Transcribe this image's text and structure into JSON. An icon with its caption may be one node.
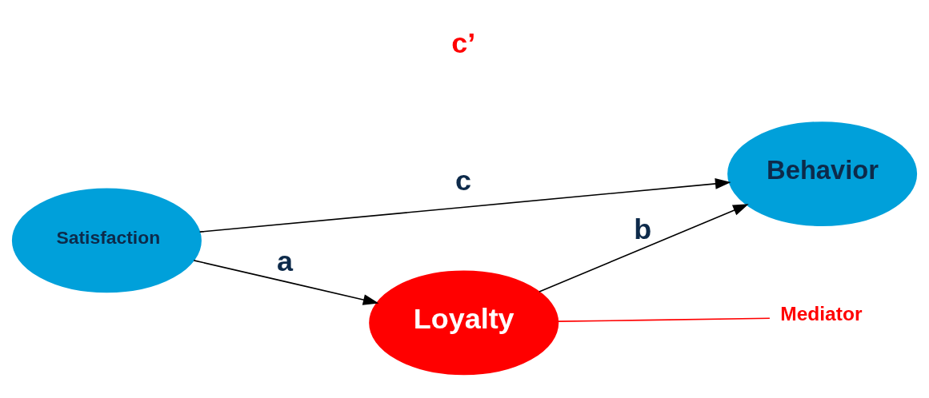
{
  "diagram": {
    "nodes": [
      {
        "text": [
          "Satisfaction"
        ]
      },
      {
        "text": [
          "Behavior"
        ]
      },
      {
        "text": [
          "Loyalty"
        ]
      },
      {
        "text": [
          "Mediator"
        ]
      }
    ],
    "edges": [
      {
        "from": 0,
        "to": 1,
        "arrow": "to",
        "label": "c"
      },
      {
        "from": 0,
        "to": 2,
        "arrow": "to",
        "label": "a"
      },
      {
        "from": 2,
        "to": 1,
        "arrow": "to",
        "label": "b"
      },
      {
        "from": 3,
        "to": 2,
        "arrow": "none",
        "color": "#ff0000"
      }
    ],
    "labels": [
      "c’"
    ]
  }
}
